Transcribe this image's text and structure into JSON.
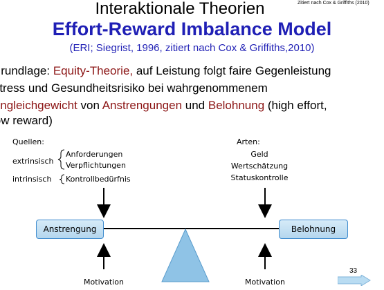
{
  "slide": {
    "title": "Interaktionale Theorien",
    "citation_top": "Zitiert nach Cox & Griffiths (2010)",
    "subtitle": "Effort-Reward Imbalance Model",
    "reference": "(ERI; Siegrist, 1996, zitiert nach Cox & Griffiths,2010)",
    "line1_a": "Grundlage: ",
    "line1_b": "Equity-Theorie,",
    "line1_c": " auf Leistung folgt faire Gegenleistung",
    "line2": "Stress und Gesundheitsrisiko bei wahrgenommenem",
    "line3_a": "Ungleichgewicht",
    "line3_b": " von ",
    "line3_c": "Anstrengungen",
    "line3_d": " und ",
    "line3_e": "Belohnung",
    "line3_f": " (high effort,",
    "line4": "low reward)",
    "page_number": "33"
  },
  "diagram": {
    "sources_heading": "Quellen:",
    "extrinsic_label": "extrinsisch",
    "extrinsic_items": [
      "Anforderungen",
      "Verpflichtungen"
    ],
    "intrinsic_label": "intrinsisch",
    "intrinsic_items": [
      "Kontrollbedürfnis"
    ],
    "types_heading": "Arten:",
    "types": [
      "Geld",
      "Wertschätzung",
      "Statuskontrolle"
    ],
    "effort_box": "Anstrengung",
    "reward_box": "Belohnung",
    "motivation_left": "Motivation",
    "motivation_right": "Motivation"
  },
  "colors": {
    "title_blue": "#1f1fb5",
    "accent_red": "#8b1414",
    "box_border": "#3f8ccf",
    "fulcrum": "#8fc3e6"
  },
  "icons": [
    "next-slide-arrow-icon"
  ]
}
